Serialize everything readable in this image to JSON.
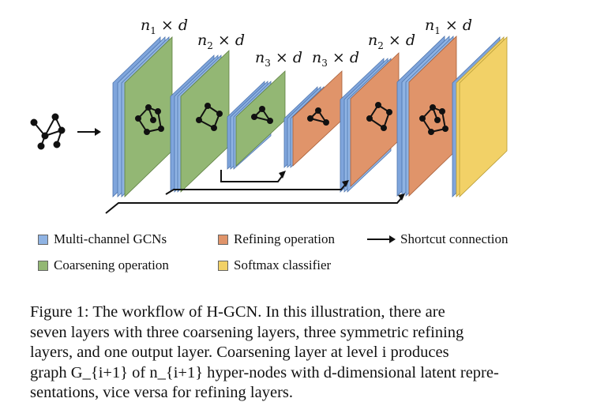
{
  "colors": {
    "gcn": "#8fb3e3",
    "coarsening": "#93b774",
    "refining": "#e0946a",
    "softmax": "#f2d167",
    "arrow": "#111111"
  },
  "dimension_labels": [
    {
      "n": "n",
      "sub": "1",
      "times": "×",
      "d": "d"
    },
    {
      "n": "n",
      "sub": "2",
      "times": "×",
      "d": "d"
    },
    {
      "n": "n",
      "sub": "3",
      "times": "×",
      "d": "d"
    },
    {
      "n": "n",
      "sub": "3",
      "times": "×",
      "d": "d"
    },
    {
      "n": "n",
      "sub": "2",
      "times": "×",
      "d": "d"
    },
    {
      "n": "n",
      "sub": "1",
      "times": "×",
      "d": "d"
    }
  ],
  "legend": {
    "gcn": "Multi-channel GCNs",
    "refining": "Refining operation",
    "shortcut": "Shortcut connection",
    "coarsening": "Coarsening operation",
    "softmax": "Softmax classifier"
  },
  "caption": {
    "line1": "Figure 1: The workflow of H-GCN. In this illustration, there are",
    "line2": "seven layers with three coarsening layers, three symmetric refining",
    "line3": "layers, and one output layer. Coarsening layer at level i produces",
    "line4": "graph G_{i+1} of n_{i+1} hyper-nodes with d-dimensional latent repre-",
    "line5": "sentations, vice versa for refining layers."
  }
}
